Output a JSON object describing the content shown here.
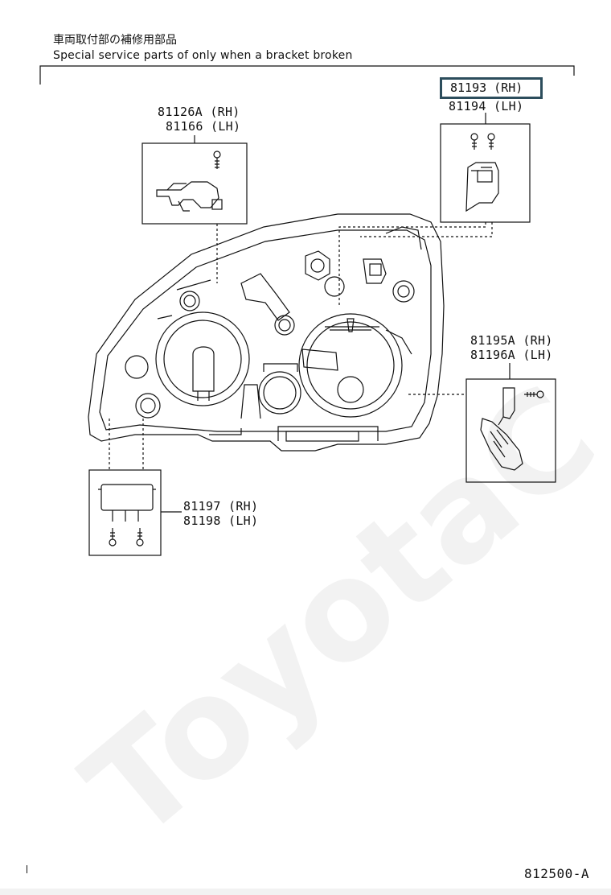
{
  "header": {
    "japanese": "車両取付部の補修用部品",
    "english": "Special service parts of only when a bracket broken"
  },
  "parts": {
    "top_left": {
      "rh": "81126A (RH)",
      "lh": "81166 (LH)"
    },
    "top_right": {
      "rh": "81193 (RH)",
      "lh": "81194 (LH)"
    },
    "right": {
      "rh": "81195A (RH)",
      "lh": "81196A (LH)"
    },
    "bottom_left": {
      "rh": "81197 (RH)",
      "lh": "81198 (LH)"
    }
  },
  "watermark": "ToyotaC",
  "page_code": "812500-A",
  "colors": {
    "highlight_border": "#2c4d5c",
    "line": "#111111"
  }
}
